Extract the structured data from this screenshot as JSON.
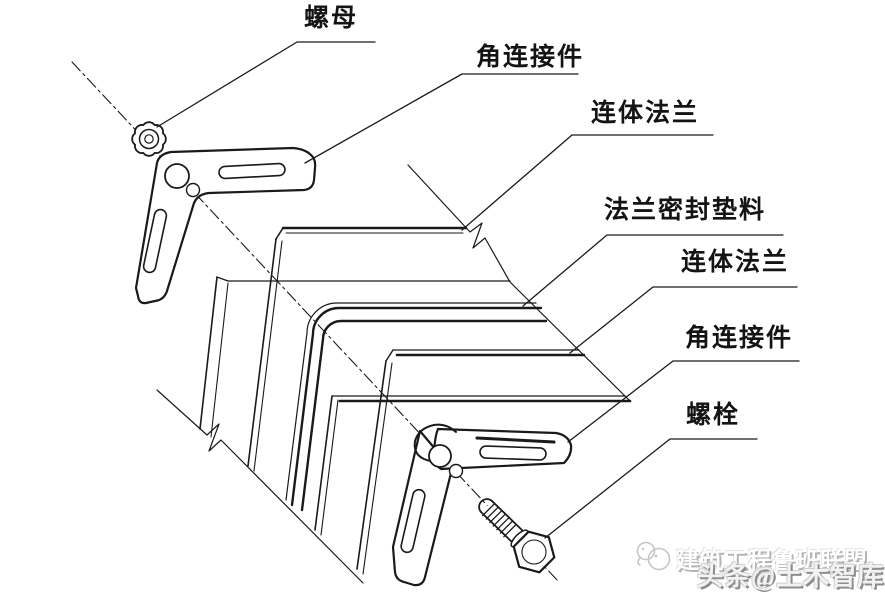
{
  "diagram": {
    "labels": {
      "nut": "螺母",
      "corner_connector_top": "角连接件",
      "flange_top": "连体法兰",
      "gasket": "法兰密封垫料",
      "flange_bottom": "连体法兰",
      "corner_connector_bottom": "角连接件",
      "bolt": "螺栓"
    }
  },
  "watermark": {
    "brand": "建筑工程鲁班联盟",
    "byline": "头条@土木智库",
    "logo": "chat-bubbles-icon"
  },
  "colors": {
    "line": "#1a1a1a",
    "background": "#ffffff",
    "watermark_light": "#b4b4b4",
    "watermark_dark": "#8d8d8d"
  }
}
